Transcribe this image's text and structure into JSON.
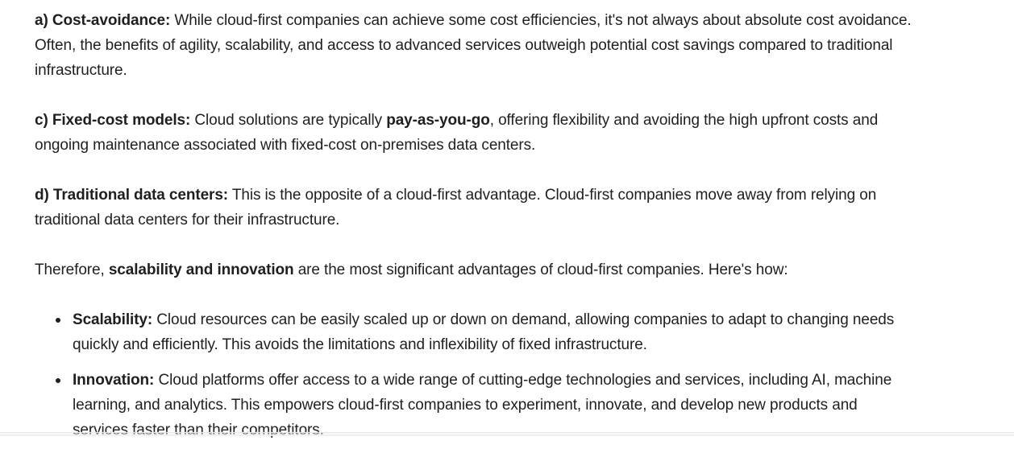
{
  "paragraphs": {
    "a": {
      "lead": "a) Cost-avoidance:",
      "text": " While cloud-first companies can achieve some cost efficiencies, it's not always about absolute cost avoidance. Often, the benefits of agility, scalability, and access to advanced services outweigh potential cost savings compared to traditional infrastructure."
    },
    "c": {
      "lead": "c) Fixed-cost models:",
      "text_before": " Cloud solutions are typically ",
      "emphasis": "pay-as-you-go",
      "text_after": ", offering flexibility and avoiding the high upfront costs and ongoing maintenance associated with fixed-cost on-premises data centers."
    },
    "d": {
      "lead": "d) Traditional data centers:",
      "text": " This is the opposite of a cloud-first advantage. Cloud-first companies move away from relying on traditional data centers for their infrastructure."
    },
    "conclusion": {
      "text_before": "Therefore, ",
      "emphasis": "scalability and innovation",
      "text_after": " are the most significant advantages of cloud-first companies. Here's how:"
    }
  },
  "bullets": [
    {
      "lead": "Scalability:",
      "text": " Cloud resources can be easily scaled up or down on demand, allowing companies to adapt to changing needs quickly and efficiently. This avoids the limitations and inflexibility of fixed infrastructure."
    },
    {
      "lead": "Innovation:",
      "text": " Cloud platforms offer access to a wide range of cutting-edge technologies and services, including AI, machine learning, and analytics. This empowers cloud-first companies to experiment, innovate, and develop new products and services faster than their competitors."
    }
  ]
}
